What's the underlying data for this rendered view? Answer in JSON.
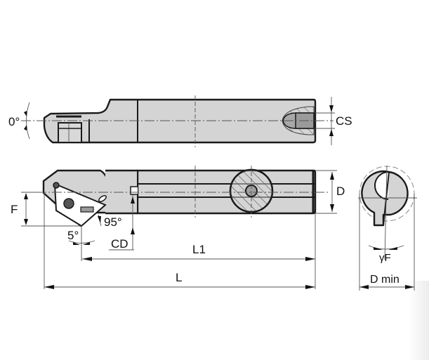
{
  "drawing": {
    "title": "Boring bar technical drawing",
    "views": {
      "top_view": {
        "labels": {
          "angle_zero": "0°",
          "cs": "CS"
        }
      },
      "side_view": {
        "labels": {
          "f": "F",
          "d": "D",
          "angle_95": "95°",
          "angle_5": "5°",
          "cd": "CD",
          "l1": "L1",
          "l": "L"
        }
      },
      "end_view": {
        "labels": {
          "gamma_f": "γF",
          "d_min": "D min"
        }
      }
    },
    "colors": {
      "body_fill": "#d4d4d4",
      "outline": "#1a1a1a",
      "dimension_line": "#555555",
      "background": "#ffffff"
    }
  }
}
